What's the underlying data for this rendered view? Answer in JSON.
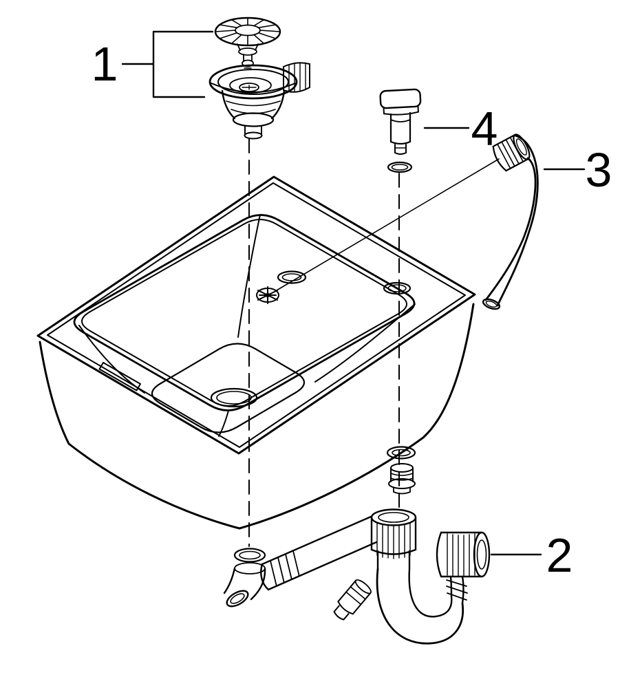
{
  "colors": {
    "ink": "#000000",
    "paper": "#ffffff"
  },
  "callouts": {
    "part1": {
      "label": "1"
    },
    "part2": {
      "label": "2"
    },
    "part3": {
      "label": "3"
    },
    "part4": {
      "label": "4"
    }
  }
}
